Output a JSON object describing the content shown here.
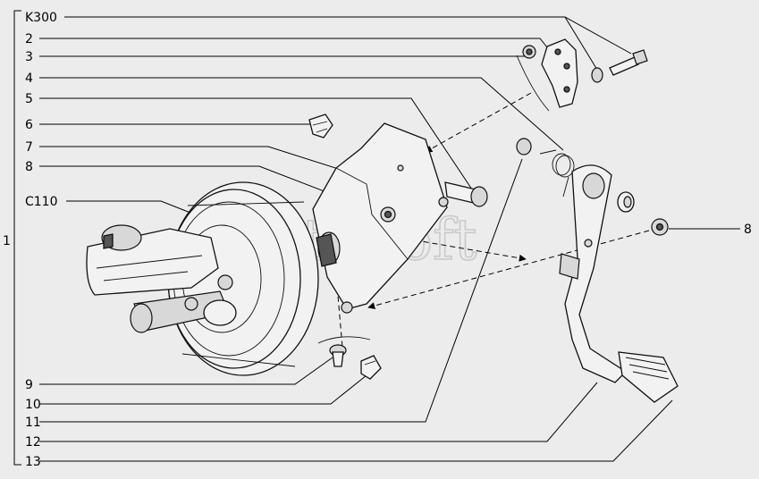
{
  "diagram": {
    "group_label": "1",
    "callouts_left": [
      "K300",
      "2",
      "3",
      "4",
      "5",
      "6",
      "7",
      "8",
      "C110",
      "9",
      "10",
      "11",
      "12",
      "13"
    ],
    "callout_right": "8",
    "watermark": "AutoSoft"
  }
}
